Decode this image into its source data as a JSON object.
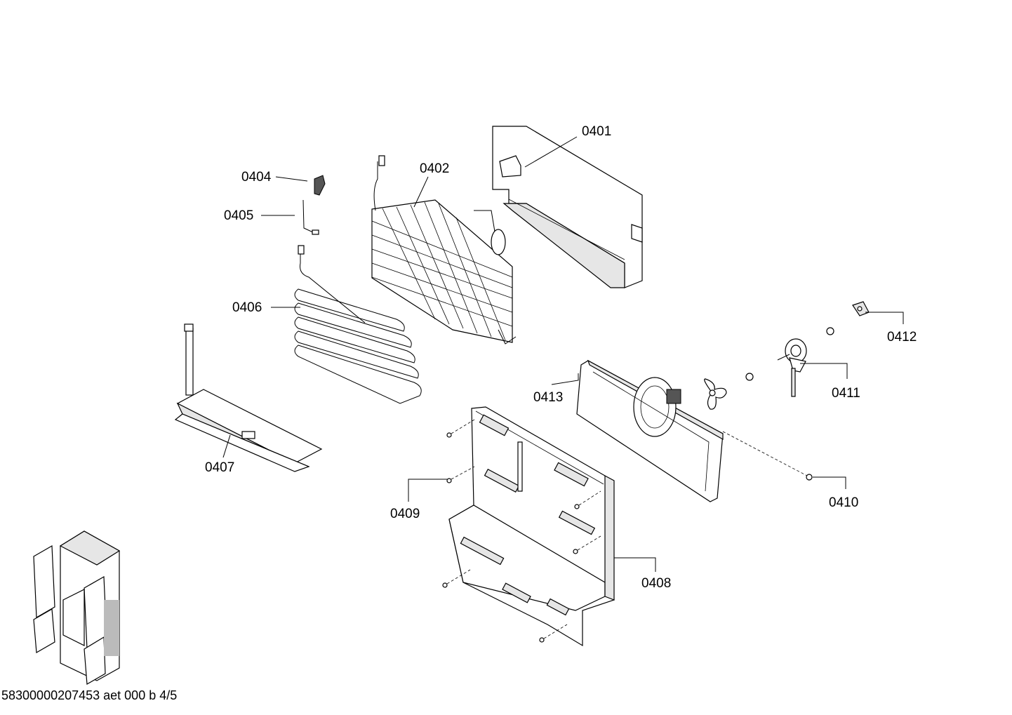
{
  "diagram": {
    "footer_code": "58300000207453 aet 000 b 4/5",
    "callouts": [
      {
        "id": "p0401",
        "label": "0401"
      },
      {
        "id": "p0402",
        "label": "0402"
      },
      {
        "id": "p0404",
        "label": "0404"
      },
      {
        "id": "p0405",
        "label": "0405"
      },
      {
        "id": "p0406",
        "label": "0406"
      },
      {
        "id": "p0407",
        "label": "0407"
      },
      {
        "id": "p0408",
        "label": "0408"
      },
      {
        "id": "p0409",
        "label": "0409"
      },
      {
        "id": "p0410",
        "label": "0410"
      },
      {
        "id": "p0411",
        "label": "0411"
      },
      {
        "id": "p0412",
        "label": "0412"
      },
      {
        "id": "p0413",
        "label": "0413"
      }
    ]
  }
}
